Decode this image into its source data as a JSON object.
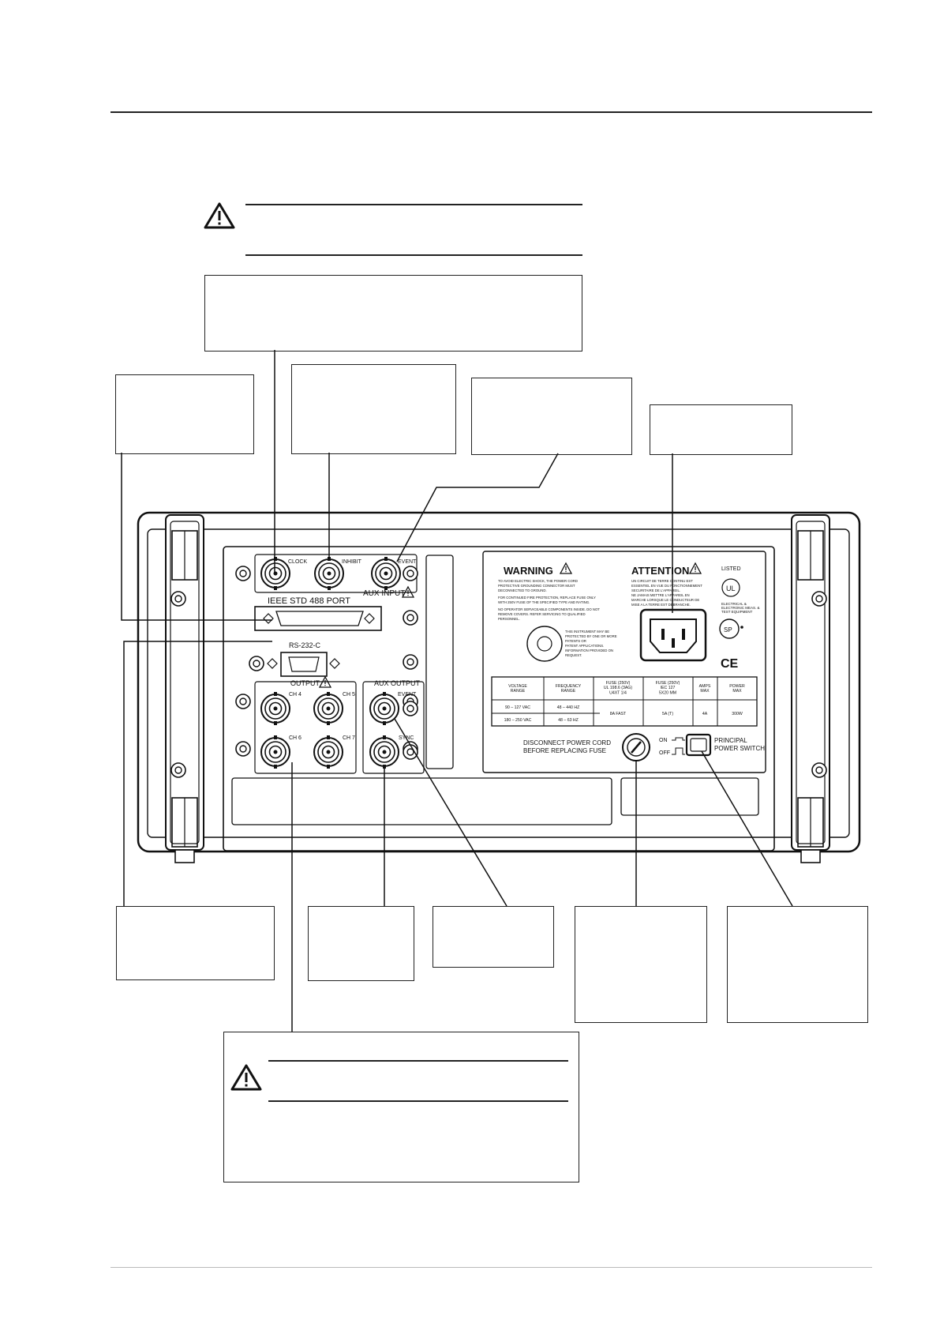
{
  "panel": {
    "aux_input": {
      "clock": "CLOCK",
      "inhibit": "INHIBIT",
      "event": "EVENT",
      "group": "AUX INPUT"
    },
    "ieee_port": "IEEE STD 488 PORT",
    "rs232": "RS-232-C",
    "output_group": "OUTPUT",
    "output_channels": [
      "CH 4",
      "CH 5",
      "CH 6",
      "CH 7"
    ],
    "aux_output": {
      "group": "AUX OUTPUT",
      "event": "EVENT",
      "sync": "SYNC"
    },
    "warning_label": {
      "title": "WARNING",
      "lines": [
        "TO AVOID ELECTRIC SHOCK, THE POWER CORD",
        "PROTECTIVE GROUNDING CONNECTOR MUST",
        "DECONNECTED TO GROUND.",
        "FOR CONTINUED FIRE PROTECTION, REPLACE FUSE ONLY",
        "WITH 250V FUSE OF THE SPECIFIED TYPE AND RATING.",
        "NO OPERATOR SERVICEABLE COMPONENTS INSIDE. DO NOT",
        "REMOVE COVERS. REFER SERVICING TO QUALIFIED",
        "PERSONNEL."
      ],
      "patent_lines": [
        "THIS INSTRUMENT MAY BE",
        "PROTECTED BY ONE OR MORE",
        "PATENTS OR",
        "PATENT APPLICATIONS.",
        "INFORMATION PROVIDED ON",
        "REQUEST."
      ]
    },
    "attention_label": {
      "title": "ATTENTION",
      "lines": [
        "UN CIRCUIT DE TERRE CONTINU EST",
        "ESSENTIEL EN VUE DU FONCTIONNEMENT",
        "SECURITAIRE DE L'APPAREIL.",
        "NE JAMAIS METTRE L'APPAREIL EN",
        "MARCHE LORSQUE LE CONDUCTEUR DE",
        "MISE A LA TERRE EST DEBRANCHE."
      ]
    },
    "listed": "LISTED",
    "listing_note": [
      "ELECTRICAL &",
      "ELECTRONIC MEAS. &",
      "TEST EQUIPMENT"
    ],
    "ce_mark": "CE",
    "table": {
      "headers": [
        "VOLTAGE\nRANGE",
        "FREQUENCY\nRANGE",
        "FUSE (250V)\nUL 198.6 (3AG)\nU4XT 1/4",
        "FUSE (250V)\nIEC 127\n5X20 MM",
        "AMPS\nMAX",
        "POWER\nMAX"
      ],
      "rows": [
        [
          "90 – 127  VAC",
          "48 – 440  HZ"
        ],
        [
          "180 – 250  VAC",
          "48 – 63  HZ"
        ]
      ],
      "shared": [
        "8A FAST",
        "5A (T)",
        "4A",
        "300W"
      ]
    },
    "fuse_note": [
      "DISCONNECT POWER CORD",
      "BEFORE REPLACING FUSE"
    ],
    "switch_on": "ON",
    "switch_off": "OFF",
    "switch_label": [
      "PRINCIPAL",
      "POWER SWITCH"
    ]
  }
}
